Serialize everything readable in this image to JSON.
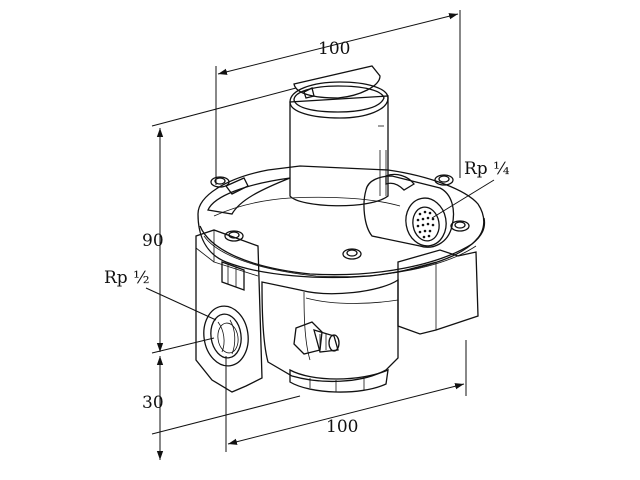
{
  "dimensions": {
    "top_width": "100",
    "height_upper": "90",
    "height_lower": "30",
    "bottom_width": "100"
  },
  "ports": {
    "inlet_label": "Rp ½",
    "gauge_label": "Rp ¼"
  },
  "colors": {
    "line": "#111111",
    "body": "#f0f0f0",
    "shadow": "#8a8a8a"
  }
}
